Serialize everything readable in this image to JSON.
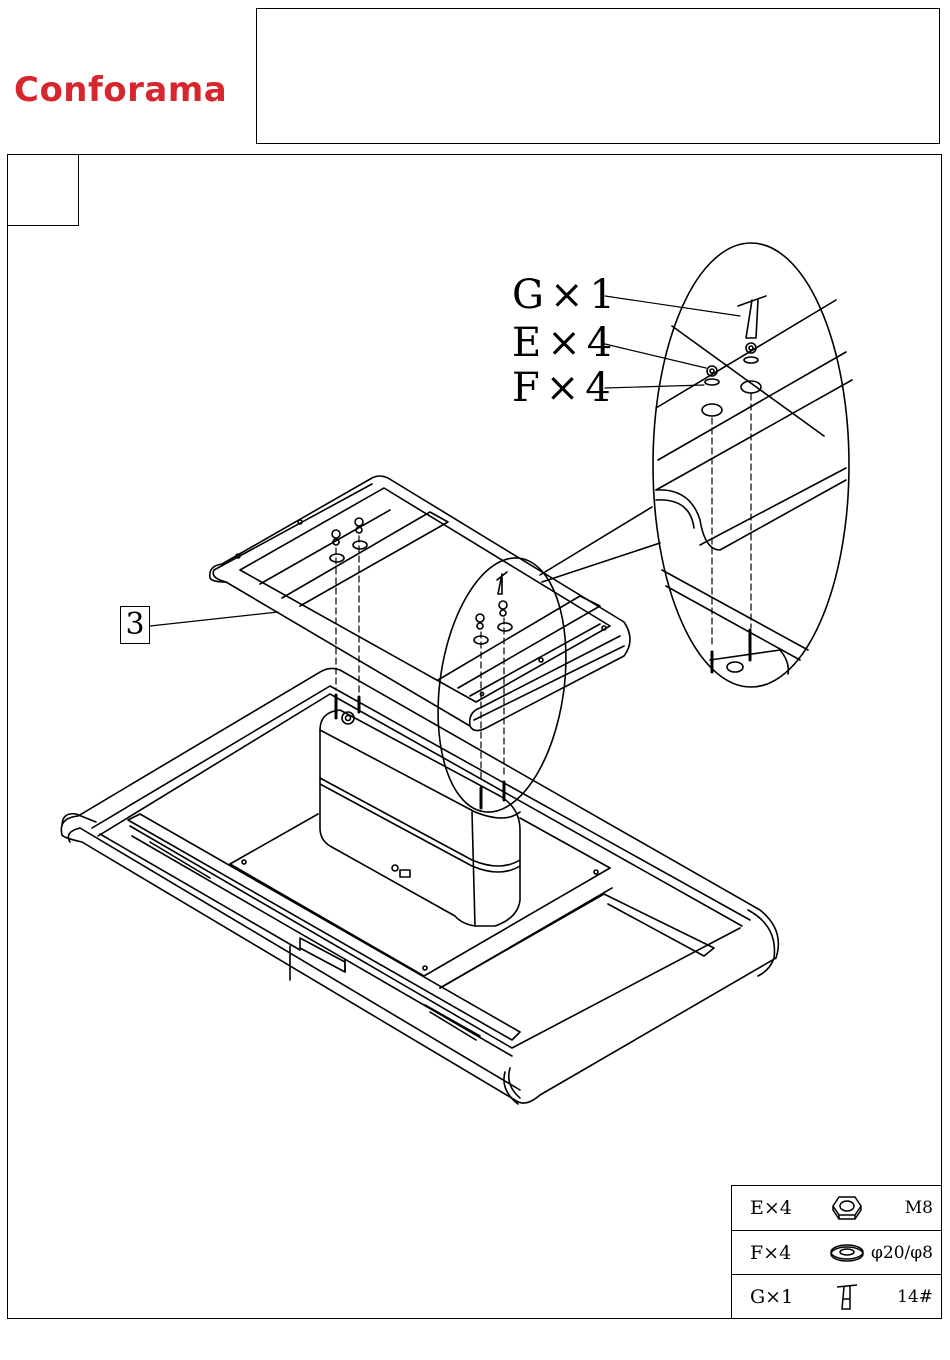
{
  "header": {
    "brand": "Conforama",
    "brand_color": "#d8262e",
    "step_number": ""
  },
  "callouts": {
    "g_label": "G×1",
    "e_label": "E×4",
    "f_label": "F×4",
    "part_label": "3"
  },
  "parts_table": {
    "rows": [
      {
        "code": "E×4",
        "icon": "hex-nut-icon",
        "size": "M8"
      },
      {
        "code": "F×4",
        "icon": "washer-icon",
        "size": "φ20/φ8"
      },
      {
        "code": "G×1",
        "icon": "t-wrench-icon",
        "size": "14#"
      }
    ]
  }
}
